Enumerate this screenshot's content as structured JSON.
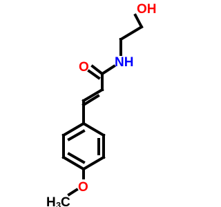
{
  "molecule": {
    "atoms": {
      "hydroxyl": "OH",
      "carbonyl_oxygen": "O",
      "amide_nitrogen": "NH",
      "ether_oxygen": "O",
      "methyl_h": "H",
      "methyl_sub": "3",
      "methyl_c": "C"
    },
    "colors": {
      "bond": "#000000",
      "oxygen": "#ff0000",
      "nitrogen": "#0000ff",
      "carbon": "#000000"
    }
  }
}
